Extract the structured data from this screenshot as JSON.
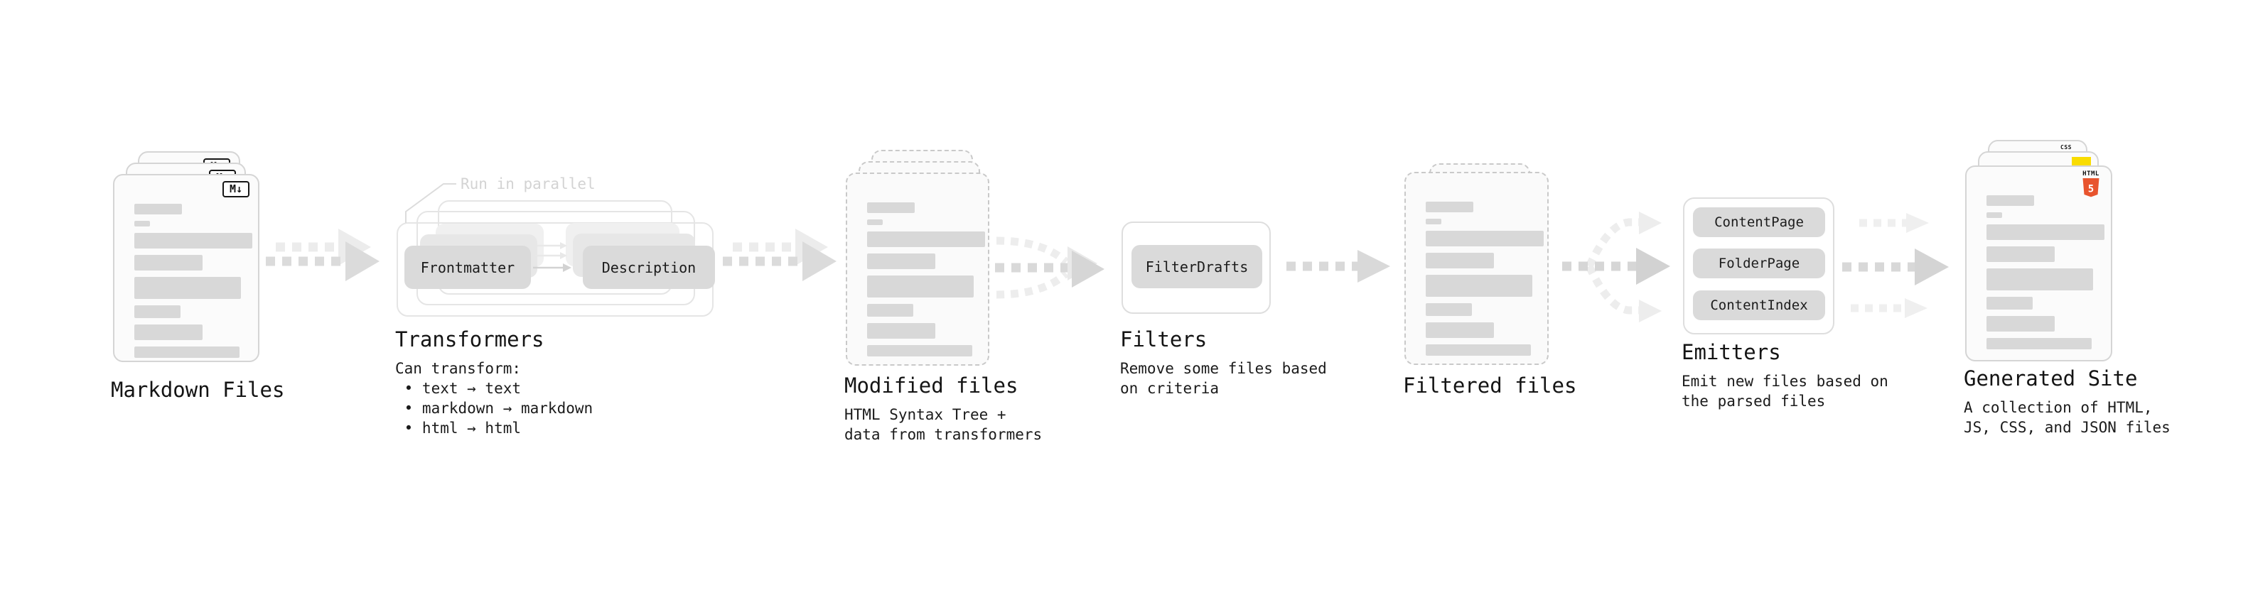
{
  "stages": {
    "markdown": {
      "title": "Markdown Files",
      "badge": "M↓"
    },
    "transformers": {
      "title": "Transformers",
      "annotation": "Run in parallel",
      "node_a": "Frontmatter",
      "node_b": "Description",
      "desc": "Can transform:\n • text → text\n • markdown → markdown\n • html → html"
    },
    "modified": {
      "title": "Modified files",
      "desc": "HTML Syntax Tree +\ndata from transformers"
    },
    "filters": {
      "title": "Filters",
      "node": "FilterDrafts",
      "desc": "Remove some files based\non criteria"
    },
    "filtered": {
      "title": "Filtered files"
    },
    "emitters": {
      "title": "Emitters",
      "nodes": [
        "ContentPage",
        "FolderPage",
        "ContentIndex"
      ],
      "desc": "Emit new files based on\nthe parsed files"
    },
    "generated": {
      "title": "Generated Site",
      "desc": "A collection of HTML,\nJS, CSS, and JSON files",
      "badges": {
        "css": "CSS",
        "html_label": "HTML",
        "html_number": "5"
      }
    }
  },
  "colors": {
    "html5_orange": "#e8542e",
    "js_yellow": "#f9dc00",
    "css_blue": "#2f62f0"
  }
}
